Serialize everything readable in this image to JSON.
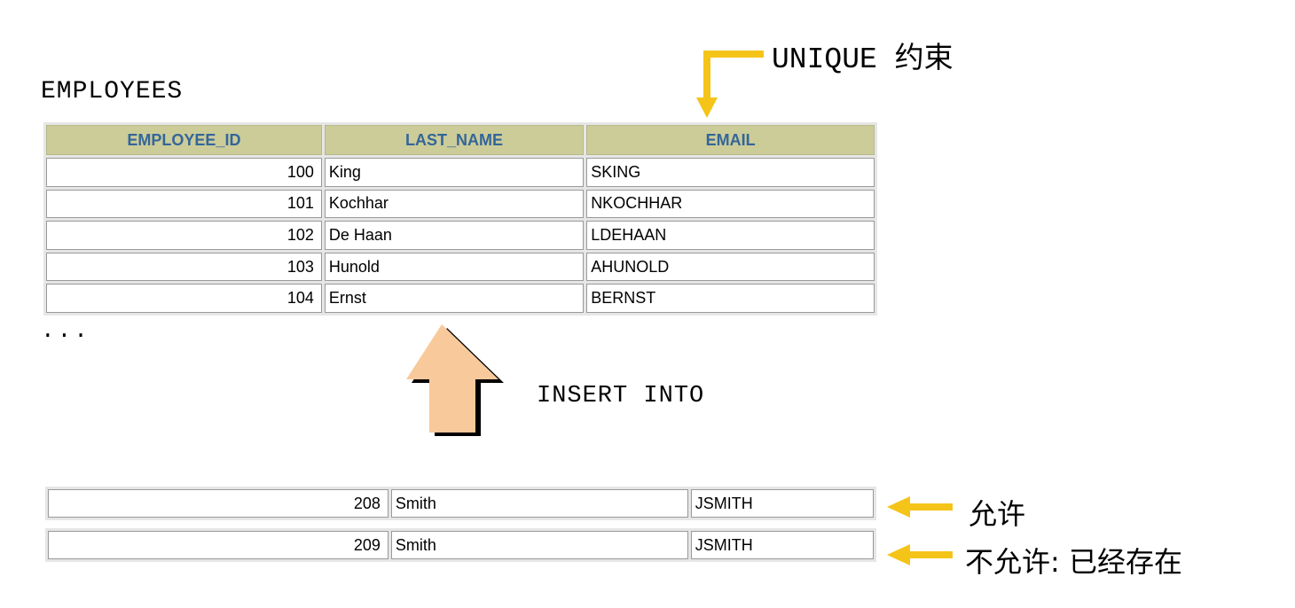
{
  "table_title": "EMPLOYEES",
  "columns": [
    "EMPLOYEE_ID",
    "LAST_NAME",
    "EMAIL"
  ],
  "rows": [
    {
      "id": "100",
      "last_name": "King",
      "email": "SKING"
    },
    {
      "id": "101",
      "last_name": "Kochhar",
      "email": "NKOCHHAR"
    },
    {
      "id": "102",
      "last_name": "De Haan",
      "email": "LDEHAAN"
    },
    {
      "id": "103",
      "last_name": "Hunold",
      "email": "AHUNOLD"
    },
    {
      "id": "104",
      "last_name": "Ernst",
      "email": "BERNST"
    }
  ],
  "ellipsis": "...",
  "unique_label": "UNIQUE 约束",
  "insert_label": "INSERT INTO",
  "new_rows": [
    {
      "id": "208",
      "last_name": "Smith",
      "email": "JSMITH",
      "status": "允许"
    },
    {
      "id": "209",
      "last_name": "Smith",
      "email": "JSMITH",
      "status": "不允许: 已经存在"
    }
  ],
  "colors": {
    "header_bg": "#cccc99",
    "header_text": "#336699",
    "arrow_yellow": "#f5c419",
    "insert_arrow": "#f8c99a"
  },
  "icons": [
    "unique-pointer-arrow-icon",
    "insert-up-arrow-icon",
    "allowed-arrow-icon",
    "rejected-arrow-icon"
  ]
}
